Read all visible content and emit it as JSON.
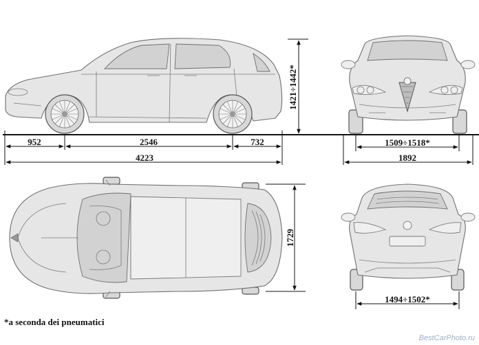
{
  "dimensions": {
    "front_overhang": "952",
    "wheelbase": "2546",
    "rear_overhang": "732",
    "overall_length": "4223",
    "height": "1421÷1442*",
    "width_length_view": "1729",
    "front_track": "1509÷1518*",
    "overall_width": "1892",
    "rear_track": "1494÷1502*"
  },
  "footnote": "*a seconda dei pneumatici",
  "watermark": "BestCarPhoto.ru",
  "colors": {
    "line": "#111111",
    "body": "#e6e6e6",
    "outline": "#6e6e6e"
  }
}
